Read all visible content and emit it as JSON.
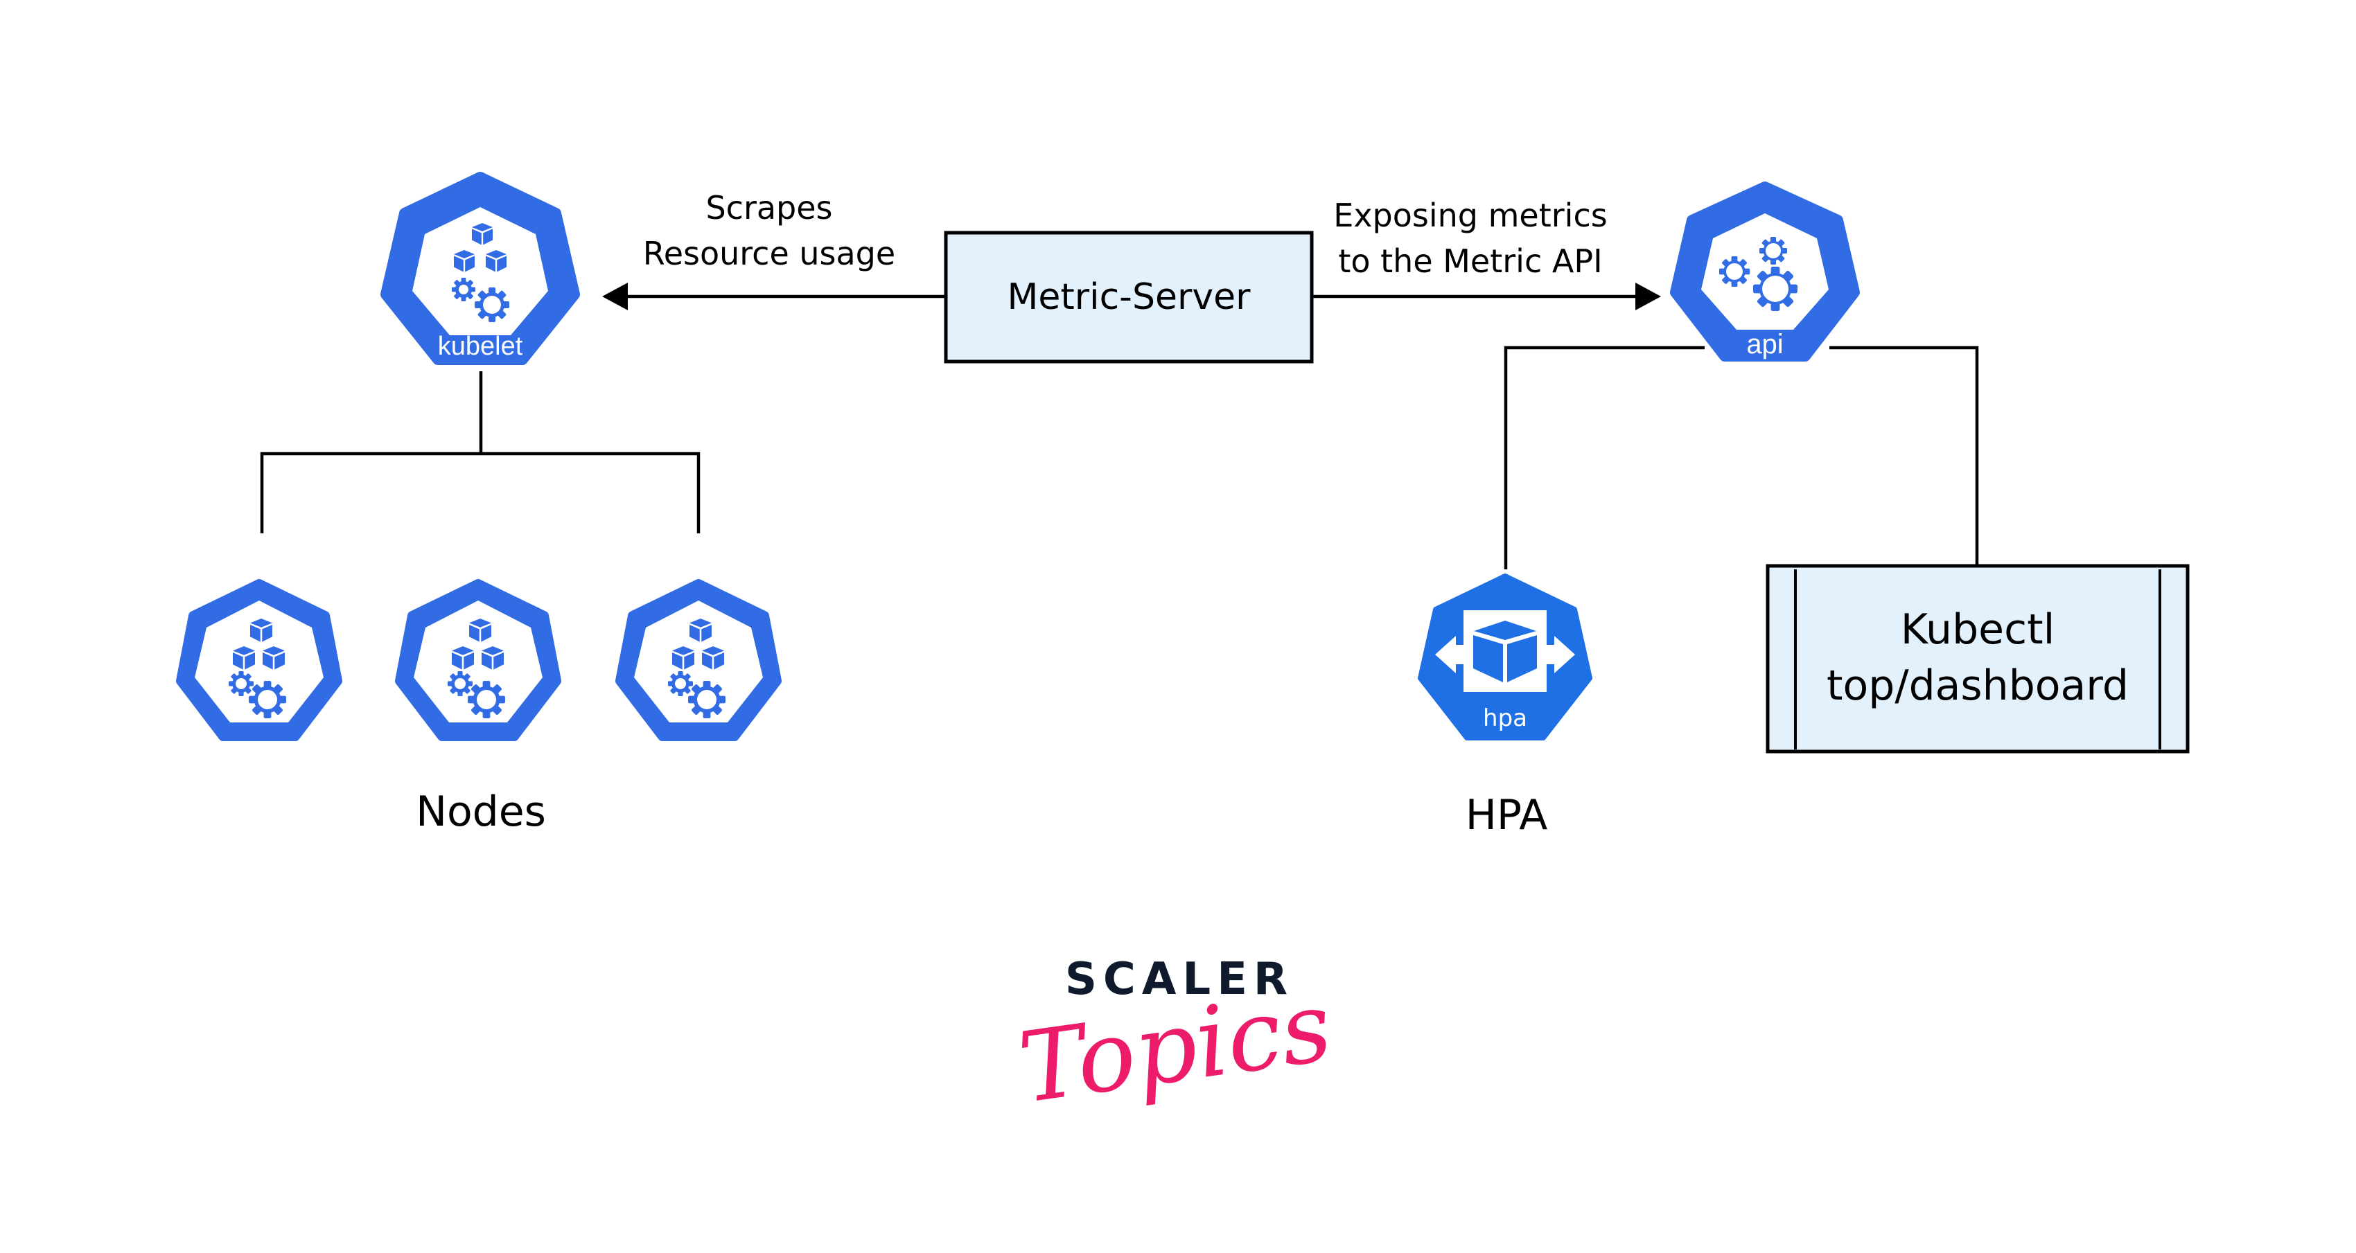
{
  "diagram": {
    "kubelet": {
      "icon_label": "kubelet",
      "icon": "kubelet-icon"
    },
    "metric_server": {
      "label": "Metric-Server"
    },
    "api": {
      "icon_label": "api",
      "icon": "api-server-icon"
    },
    "scrape_edge": {
      "line1": "Scrapes",
      "line2": "Resource usage",
      "direction": "metric-server-to-kubelet"
    },
    "expose_edge": {
      "line1": "Exposing metrics",
      "line2": "to the Metric API",
      "direction": "metric-server-to-api"
    },
    "nodes": {
      "label": "Nodes",
      "count": 3,
      "icon": "node-icon"
    },
    "hpa": {
      "icon_label": "hpa",
      "label": "HPA",
      "icon": "hpa-icon"
    },
    "kubectl": {
      "line1": "Kubectl",
      "line2": "top/dashboard"
    }
  },
  "logo": {
    "line1": "SCALER",
    "line2": "Topics"
  },
  "colors": {
    "k8s_blue": "#326CE5",
    "box_fill": "#E3F1FD",
    "logo_dark": "#0F1B2D",
    "logo_pink": "#EC1C6B"
  }
}
